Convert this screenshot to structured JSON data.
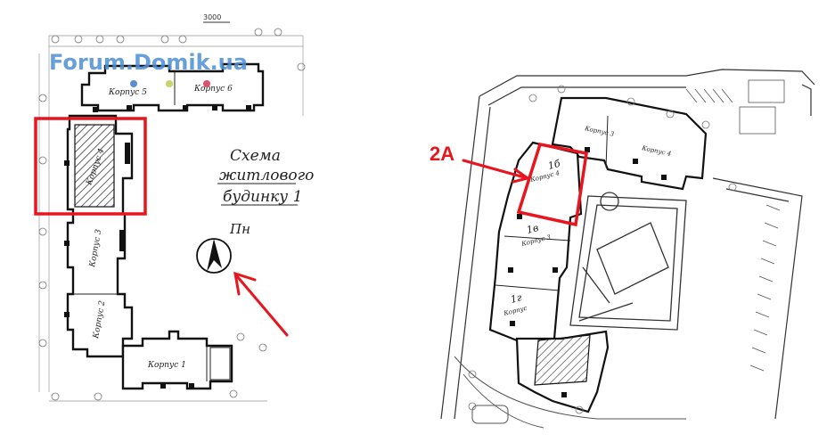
{
  "watermark": "Forum.Domik.ua",
  "left_plan": {
    "header_mark": "3000",
    "buildings": [
      {
        "label": "Корпус 5"
      },
      {
        "label": "Корпус 6"
      },
      {
        "label": "Корпус 4"
      },
      {
        "label": "Корпус 3"
      },
      {
        "label": "Корпус 2"
      },
      {
        "label": "Корпус 1"
      }
    ],
    "scheme_title_line1": "Схема",
    "scheme_title_line2": "житлового",
    "scheme_title_line3": "будинку 1",
    "compass_label": "Пн",
    "dot_colors": [
      "#5b8fd4",
      "#c8d36a",
      "#d9546a"
    ],
    "highlight_color": "#e8141e"
  },
  "right_plan": {
    "callout_label": "2A",
    "building_labels": [
      "1б",
      "Корпус 4",
      "Корпус 3",
      "Корпус 4",
      "1в",
      "Корпус 3",
      "1г",
      "Корпус"
    ],
    "highlight_color": "#e8141e"
  }
}
